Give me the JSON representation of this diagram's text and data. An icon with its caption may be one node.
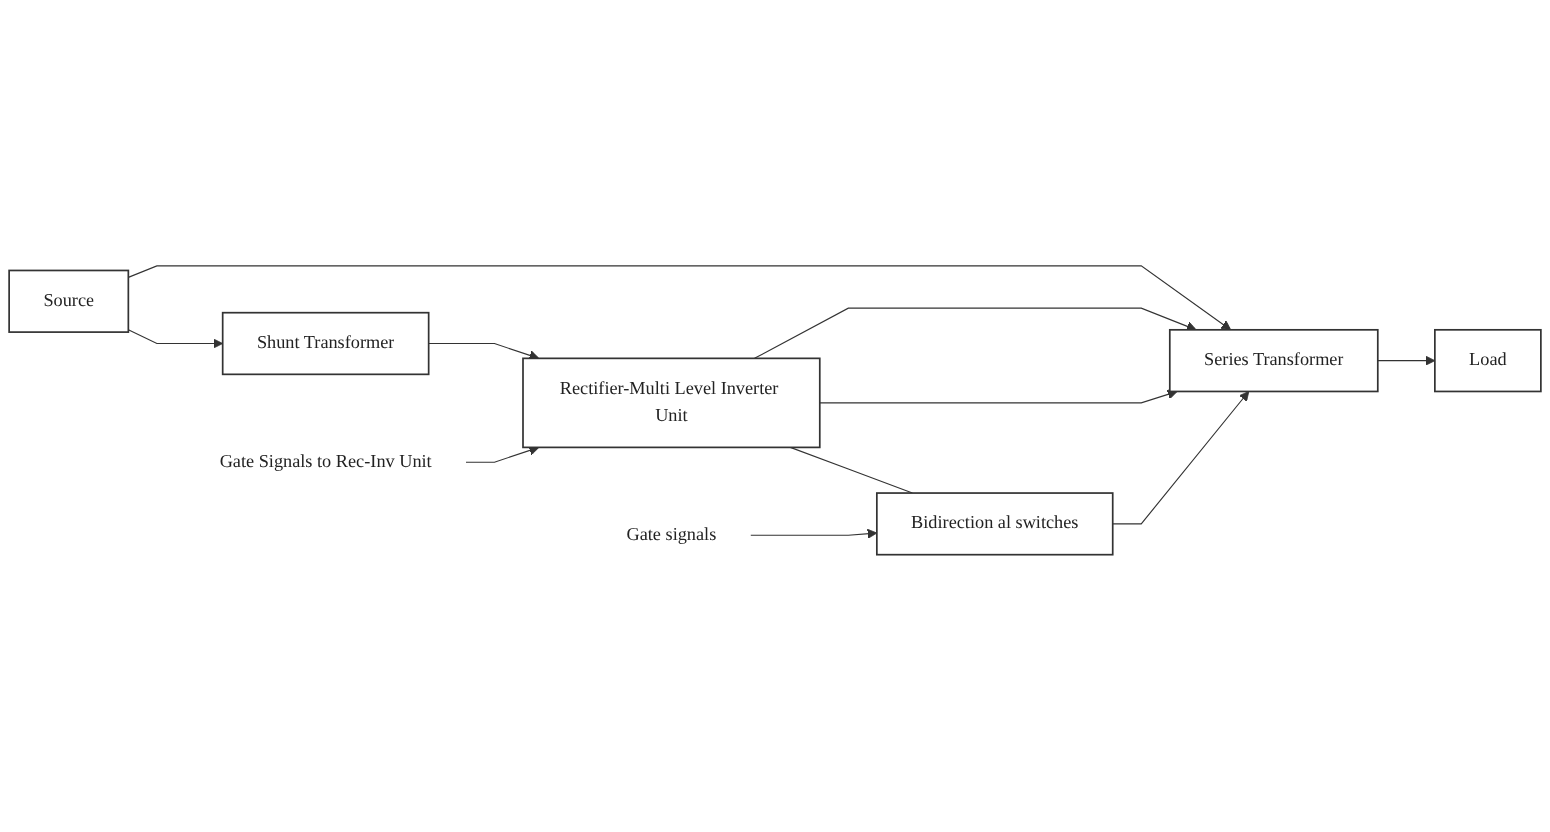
{
  "diagram": {
    "nodes": [
      {
        "text": [
          "Source"
        ]
      },
      {
        "text": [
          "Series Transformer"
        ]
      },
      {
        "text": [
          "Load"
        ]
      },
      {
        "text": [
          "Bidirection al switches"
        ]
      },
      {
        "text": [
          "Shunt Transformer"
        ]
      },
      {
        "text": [
          "Rectifier-Multi Level Inverter Unit"
        ]
      },
      {
        "text": [
          "Gate signals"
        ]
      },
      {
        "text": [
          "Gate Signals to Rec-Inv Unit"
        ]
      }
    ],
    "edges": [
      {
        "from": 0,
        "to": 1,
        "arrow": "to"
      },
      {
        "from": 1,
        "to": 2,
        "arrow": "to"
      },
      {
        "from": 0,
        "to": 4,
        "arrow": "to"
      },
      {
        "from": 4,
        "to": 5,
        "arrow": "to"
      },
      {
        "from": 5,
        "to": 1,
        "arrow": "to"
      },
      {
        "from": 5,
        "to": 1,
        "arrow": "to"
      },
      {
        "from": 5,
        "to": 3,
        "arrow": "none"
      },
      {
        "from": 3,
        "to": 1,
        "arrow": "to"
      },
      {
        "from": 6,
        "to": 3,
        "arrow": "to"
      },
      {
        "from": 7,
        "to": 5,
        "arrow": "to"
      }
    ]
  }
}
